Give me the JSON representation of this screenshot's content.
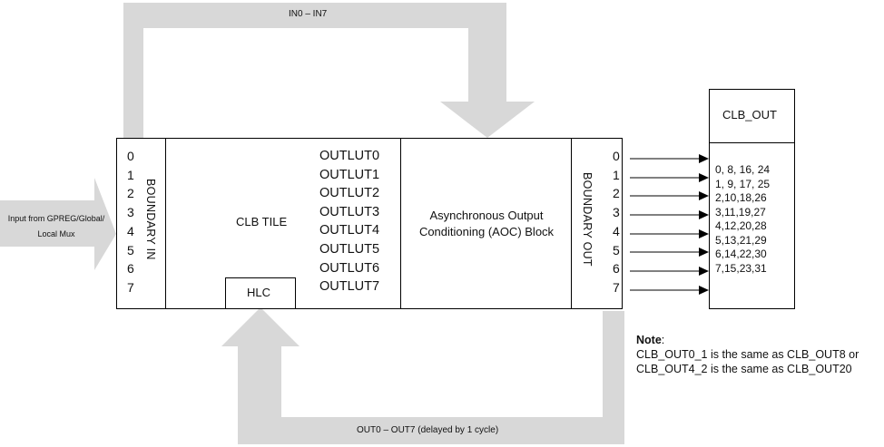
{
  "arrows": {
    "top_label": "IN0 – IN7",
    "bottom_label": "OUT0 – OUT7 (delayed by 1 cycle)",
    "input_line1": "Input from GPREG/Global/",
    "input_line2": "Local Mux"
  },
  "boundary_in": {
    "label": "BOUNDARY IN",
    "numbers": [
      "0",
      "1",
      "2",
      "3",
      "4",
      "5",
      "6",
      "7"
    ]
  },
  "clb_tile": {
    "label": "CLB TILE",
    "hlc_label": "HLC",
    "outluts": [
      "OUTLUT0",
      "OUTLUT1",
      "OUTLUT2",
      "OUTLUT3",
      "OUTLUT4",
      "OUTLUT5",
      "OUTLUT6",
      "OUTLUT7"
    ]
  },
  "aoc": {
    "line1": "Asynchronous Output",
    "line2": "Conditioning (AOC) Block"
  },
  "boundary_out": {
    "label": "BOUNDARY OUT",
    "numbers": [
      "0",
      "1",
      "2",
      "3",
      "4",
      "5",
      "6",
      "7"
    ]
  },
  "clb_out": {
    "header": "CLB_OUT",
    "rows": [
      "0, 8, 16, 24",
      "1, 9, 17, 25",
      "2,10,18,26",
      "3,11,19,27",
      "4,12,20,28",
      "5,13,21,29",
      "6,14,22,30",
      "7,15,23,31"
    ]
  },
  "note": {
    "title": "Note",
    "colon": ":",
    "line1": "CLB_OUT0_1 is the same as CLB_OUT8 or",
    "line2": "CLB_OUT4_2 is the same as CLB_OUT20"
  },
  "colors": {
    "arrow_fill": "#d8d8d8",
    "line": "#000000"
  }
}
